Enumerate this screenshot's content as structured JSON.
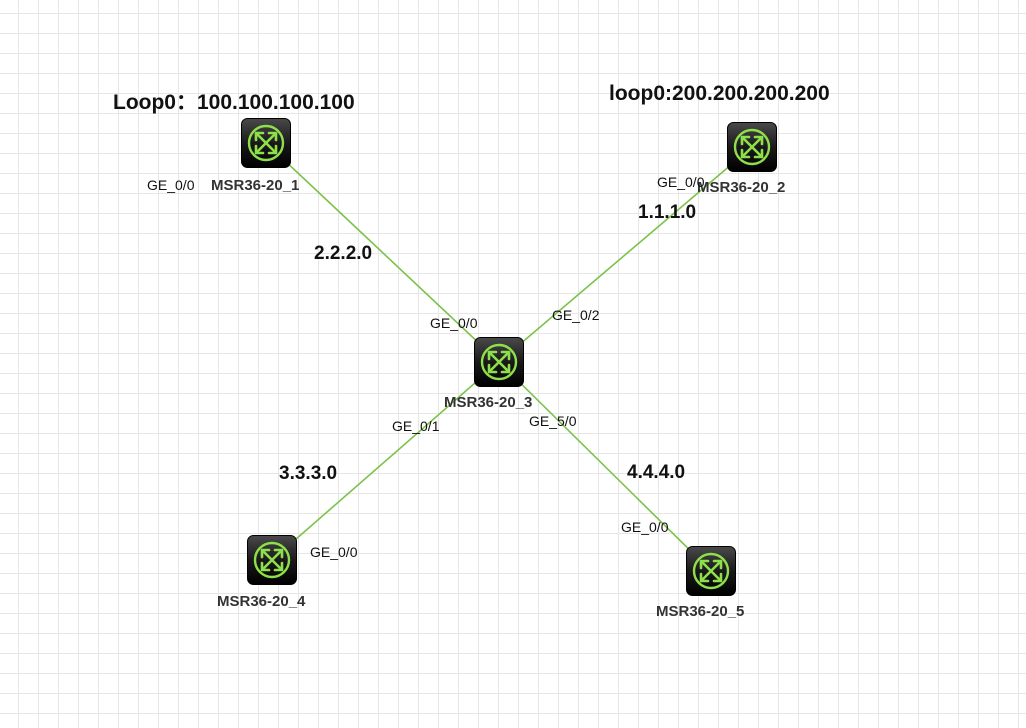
{
  "colors": {
    "link": "#7cc24a",
    "router_body": "#1a1a1a",
    "router_symbol": "#8ee04a"
  },
  "routers": [
    {
      "id": "r1",
      "name": "MSR36-20_1"
    },
    {
      "id": "r2",
      "name": "MSR36-20_2"
    },
    {
      "id": "r3",
      "name": "MSR36-20_3"
    },
    {
      "id": "r4",
      "name": "MSR36-20_4"
    },
    {
      "id": "r5",
      "name": "MSR36-20_5"
    }
  ],
  "loopbacks": {
    "r1": "Loop0：100.100.100.100",
    "r2": "loop0:200.200.200.200"
  },
  "links": [
    {
      "from": "r1",
      "to": "r3",
      "network": "2.2.2.0",
      "from_port": "GE_0/0",
      "to_port": "GE_0/0"
    },
    {
      "from": "r2",
      "to": "r3",
      "network": "1.1.1.0",
      "from_port": "GE_0/0",
      "to_port": "GE_0/2"
    },
    {
      "from": "r4",
      "to": "r3",
      "network": "3.3.3.0",
      "from_port": "GE_0/0",
      "to_port": "GE_0/1"
    },
    {
      "from": "r5",
      "to": "r3",
      "network": "4.4.4.0",
      "from_port": "GE_0/0",
      "to_port": "GE_5/0"
    }
  ]
}
